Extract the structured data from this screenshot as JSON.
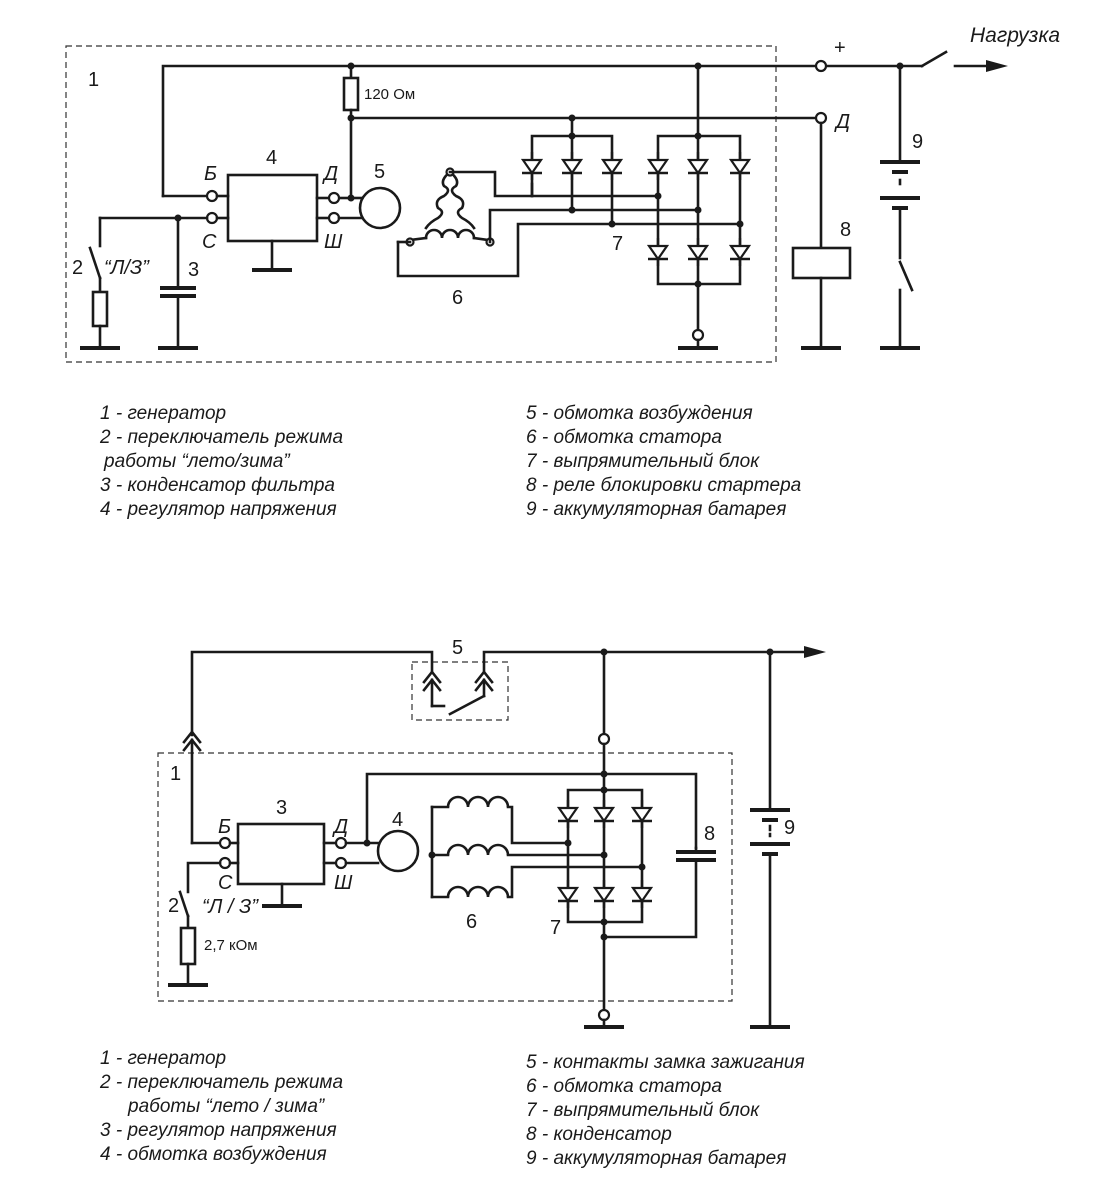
{
  "diagram1": {
    "load_label": "Нагрузка",
    "plus_label": "+",
    "d_terminal": "Д",
    "resistor_label": "120 Ом",
    "switch_label": "“Л/З”",
    "regulator_pins": {
      "b": "Б",
      "c": "С",
      "d": "Д",
      "sh": "Ш"
    },
    "numbers": {
      "n1": "1",
      "n2": "2",
      "n3": "3",
      "n4": "4",
      "n5": "5",
      "n6": "6",
      "n7": "7",
      "n8": "8",
      "n9": "9"
    },
    "legend_left": [
      "1 - генератор",
      "2 - переключатель режима",
      "работы “лето/зима”",
      "3 - конденсатор фильтра",
      "4 - регулятор напряжения"
    ],
    "legend_right": [
      "5 - обмотка возбуждения",
      "6 - обмотка статора",
      "7 - выпрямительный блок",
      "8 - реле блокировки стартера",
      "9 - аккумуляторная батарея"
    ]
  },
  "diagram2": {
    "resistor_label": "2,7 кОм",
    "switch_label": "“Л / З”",
    "regulator_pins": {
      "b": "Б",
      "c": "С",
      "d": "Д",
      "sh": "Ш"
    },
    "numbers": {
      "n1": "1",
      "n2": "2",
      "n3": "3",
      "n4": "4",
      "n5": "5",
      "n6": "6",
      "n7": "7",
      "n8": "8",
      "n9": "9"
    },
    "legend_left": [
      "1 - генератор",
      "2 - переключатель режима",
      "работы “лето / зима”",
      "3 - регулятор напряжения",
      "4 - обмотка возбуждения"
    ],
    "legend_right": [
      "5 - контакты замка зажигания",
      "6 - обмотка статора",
      "7 - выпрямительный блок",
      "8 - конденсатор",
      "9 - аккумуляторная батарея"
    ]
  }
}
